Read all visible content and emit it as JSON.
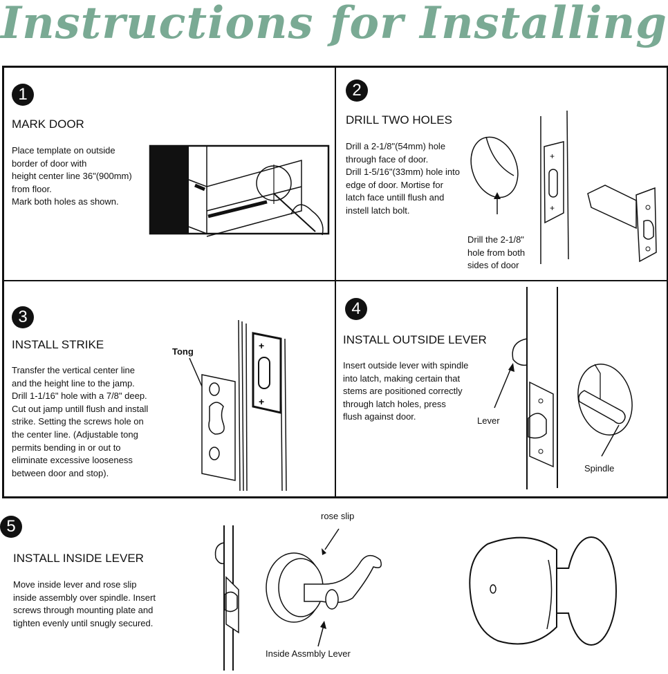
{
  "title": "Instructions for Installing",
  "colors": {
    "title": "#7aaa94",
    "line": "#111111"
  },
  "steps": [
    {
      "number": "1",
      "heading": "MARK DOOR",
      "body": "Place template on outside\nborder of door with\nheight center line 36\"(900mm)\nfrom floor.\nMark both holes as shown."
    },
    {
      "number": "2",
      "heading": "DRILL TWO HOLES",
      "body": "Drill a 2-1/8\"(54mm) hole\nthrough face of door.\nDrill 1-5/16\"(33mm) hole into\nedge of door. Mortise for\nlatch face untill flush and\ninstell latch bolt.",
      "note": "Drill the 2-1/8\"\nhole from both\nsides of door"
    },
    {
      "number": "3",
      "heading": "INSTALL STRIKE",
      "body": "Transfer the vertical center line\nand the height line to the jamp.\nDrill 1-1/16\" hole with a 7/8\" deep.\nCut out jamp untill flush and install\nstrike. Setting the screws hole on\nthe center line. (Adjustable tong\npermits bending in or out to\neliminate excessive looseness\nbetween door and stop).",
      "label": "Tong"
    },
    {
      "number": "4",
      "heading": "INSTALL OUTSIDE LEVER",
      "body": "Insert outside lever with spindle\ninto latch, making certain that\nstems are positioned correctly\nthrough latch holes, press\nflush against door.",
      "labels": [
        "Lever",
        "Spindle"
      ]
    },
    {
      "number": "5",
      "heading": "INSTALL INSIDE LEVER",
      "body": "Move inside lever and rose slip\ninside assembly over spindle. Insert\nscrews through mounting plate and\ntighten evenly until snugly secured.",
      "labels": [
        "rose slip",
        "Inside Assmbly Lever"
      ]
    }
  ]
}
